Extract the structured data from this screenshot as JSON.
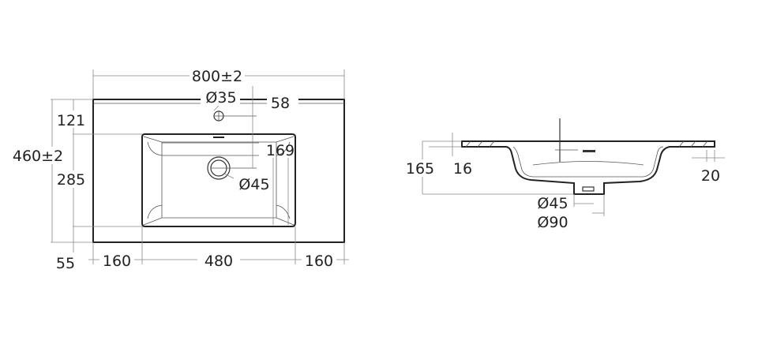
{
  "top_view": {
    "width": "800±2",
    "overflow_diameter": "Ø35",
    "overflow_offset": "58",
    "drain_offset": "169",
    "drain_diameter": "Ø45",
    "back_margin": "121",
    "depth": "460±2",
    "bowl_length": "285",
    "front_margin": "55",
    "left_margin": "160",
    "bowl_width": "480",
    "right_margin": "160"
  },
  "side_view": {
    "height": "165",
    "slab_thickness": "16",
    "edge": "20",
    "drain_diameter": "Ø45",
    "outlet_diameter": "Ø90"
  }
}
